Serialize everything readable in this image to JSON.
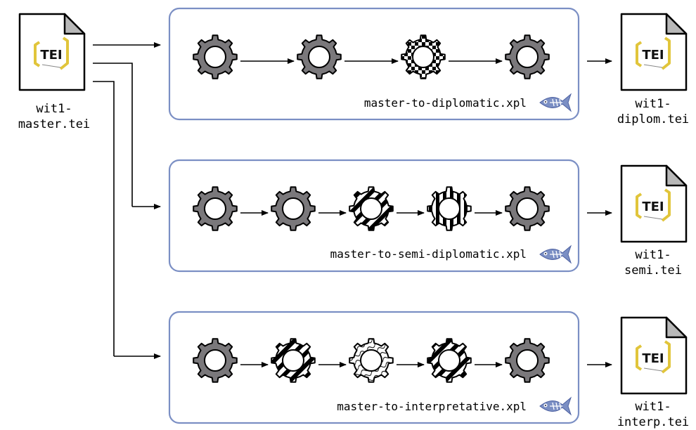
{
  "source": {
    "name_line1": "wit1-",
    "name_line2": "master.tei",
    "logo_text": "TEI"
  },
  "pipelines": [
    {
      "name": "master-to-diplomatic.xpl",
      "steps": [
        "plain",
        "plain",
        "checker",
        "plain"
      ],
      "output_line1": "wit1-",
      "output_line2": "diplom.tei"
    },
    {
      "name": "master-to-semi-diplomatic.xpl",
      "steps": [
        "plain",
        "plain",
        "diagonal",
        "vertical",
        "plain"
      ],
      "output_line1": "wit1-",
      "output_line2": "semi.tei"
    },
    {
      "name": "master-to-interpretative.xpl",
      "steps": [
        "plain",
        "diagonal",
        "wavy",
        "diagonal",
        "plain"
      ],
      "output_line1": "wit1-",
      "output_line2": "interp.tei"
    }
  ],
  "colors": {
    "frame": "#7b8fc4",
    "gear_fill": "#7a787b",
    "logo_yellow": "#e1c53b",
    "fish": "#7b8fc4"
  }
}
